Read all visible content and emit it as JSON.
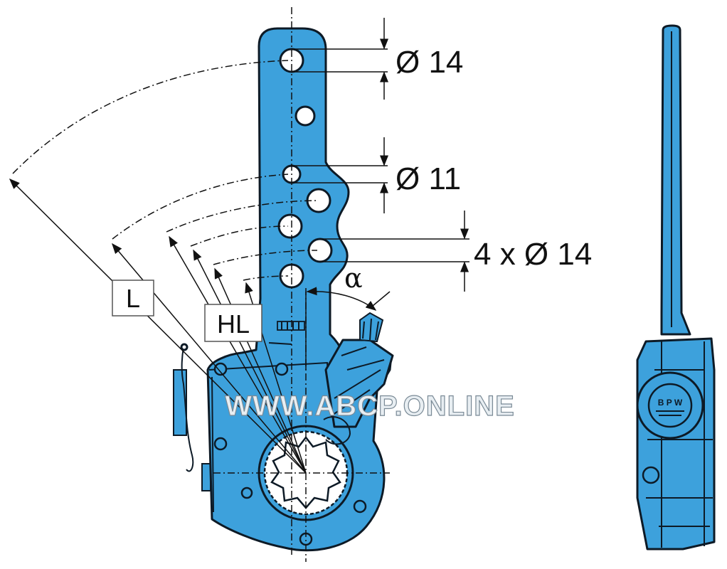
{
  "dimensions": {
    "top_hole": "Ø 14",
    "mid_hole": "Ø 11",
    "hole_group": "4 x Ø 14"
  },
  "labels": {
    "length": "L",
    "hole_length": "HL",
    "angle": "α"
  },
  "watermark": "WWW.ABCP.ONLINE",
  "logo_text": "B P W",
  "colors": {
    "part_fill": "#3da1dc",
    "outline": "#0d1a26",
    "background": "#ffffff"
  }
}
